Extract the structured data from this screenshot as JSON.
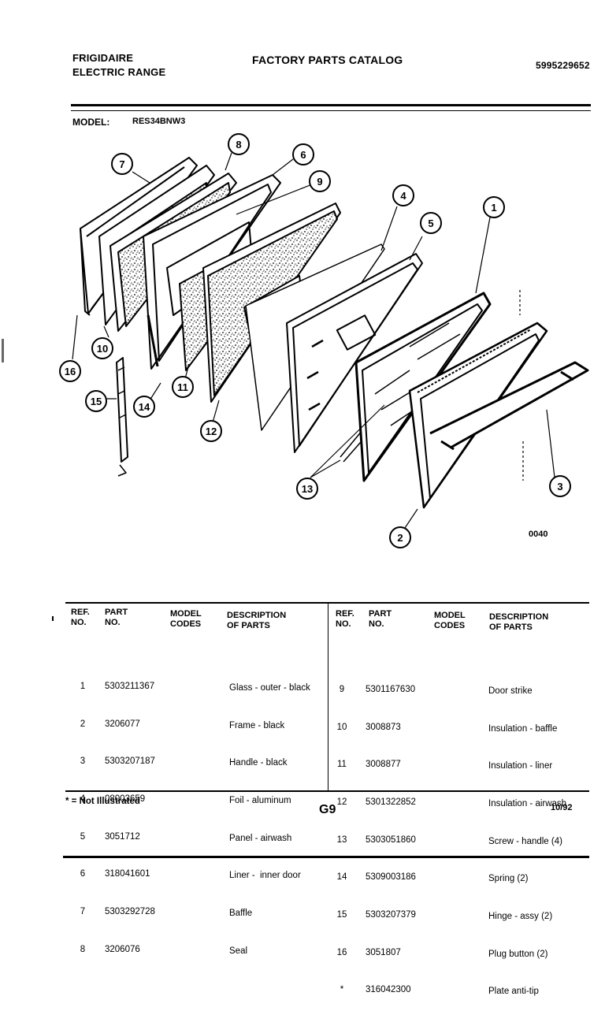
{
  "header": {
    "brand": "FRIGIDAIRE",
    "product": "ELECTRIC RANGE",
    "catalog_title": "FACTORY PARTS CATALOG",
    "publication_number": "5995229652"
  },
  "model": {
    "label": "MODEL:",
    "value": "RES34BNW3"
  },
  "figure": {
    "code": "0040",
    "callouts": [
      "1",
      "2",
      "3",
      "4",
      "5",
      "6",
      "7",
      "8",
      "9",
      "10",
      "11",
      "12",
      "13",
      "14",
      "15",
      "16"
    ]
  },
  "table": {
    "headers": {
      "ref_no": [
        "REF.",
        "NO."
      ],
      "part_no": [
        "PART",
        "NO."
      ],
      "model_codes": [
        "MODEL",
        "CODES"
      ],
      "description": [
        "DESCRIPTION",
        "OF PARTS"
      ]
    },
    "left_rows": [
      {
        "ref": "1",
        "part": "5303211367",
        "desc": "Glass - outer - black"
      },
      {
        "ref": "2",
        "part": "3206077",
        "desc": "Frame - black"
      },
      {
        "ref": "3",
        "part": "5303207187",
        "desc": "Handle - black"
      },
      {
        "ref": "4",
        "part": "08003659",
        "desc": "Foil - aluminum"
      },
      {
        "ref": "5",
        "part": "3051712",
        "desc": "Panel - airwash"
      },
      {
        "ref": "6",
        "part": "318041601",
        "desc": "Liner -  inner door"
      },
      {
        "ref": "7",
        "part": "5303292728",
        "desc": "Baffle"
      },
      {
        "ref": "8",
        "part": "3206076",
        "desc": "Seal"
      }
    ],
    "right_rows": [
      {
        "ref": "9",
        "part": "5301167630",
        "desc": "Door strike"
      },
      {
        "ref": "10",
        "part": "3008873",
        "desc": "Insulation - baffle"
      },
      {
        "ref": "11",
        "part": "3008877",
        "desc": "Insulation - liner"
      },
      {
        "ref": "12",
        "part": "5301322852",
        "desc": "Insulation - airwash"
      },
      {
        "ref": "13",
        "part": "5303051860",
        "desc": "Screw - handle (4)"
      },
      {
        "ref": "14",
        "part": "5309003186",
        "desc": "Spring (2)"
      },
      {
        "ref": "15",
        "part": "5303207379",
        "desc": "Hinge - assy (2)"
      },
      {
        "ref": "16",
        "part": "3051807",
        "desc": "Plug button (2)"
      },
      {
        "ref": "*",
        "part": "316042300",
        "desc": "Plate anti-tip"
      }
    ]
  },
  "footer": {
    "note": "* = Not Illustrated",
    "page": "G9",
    "date": "10/92"
  }
}
